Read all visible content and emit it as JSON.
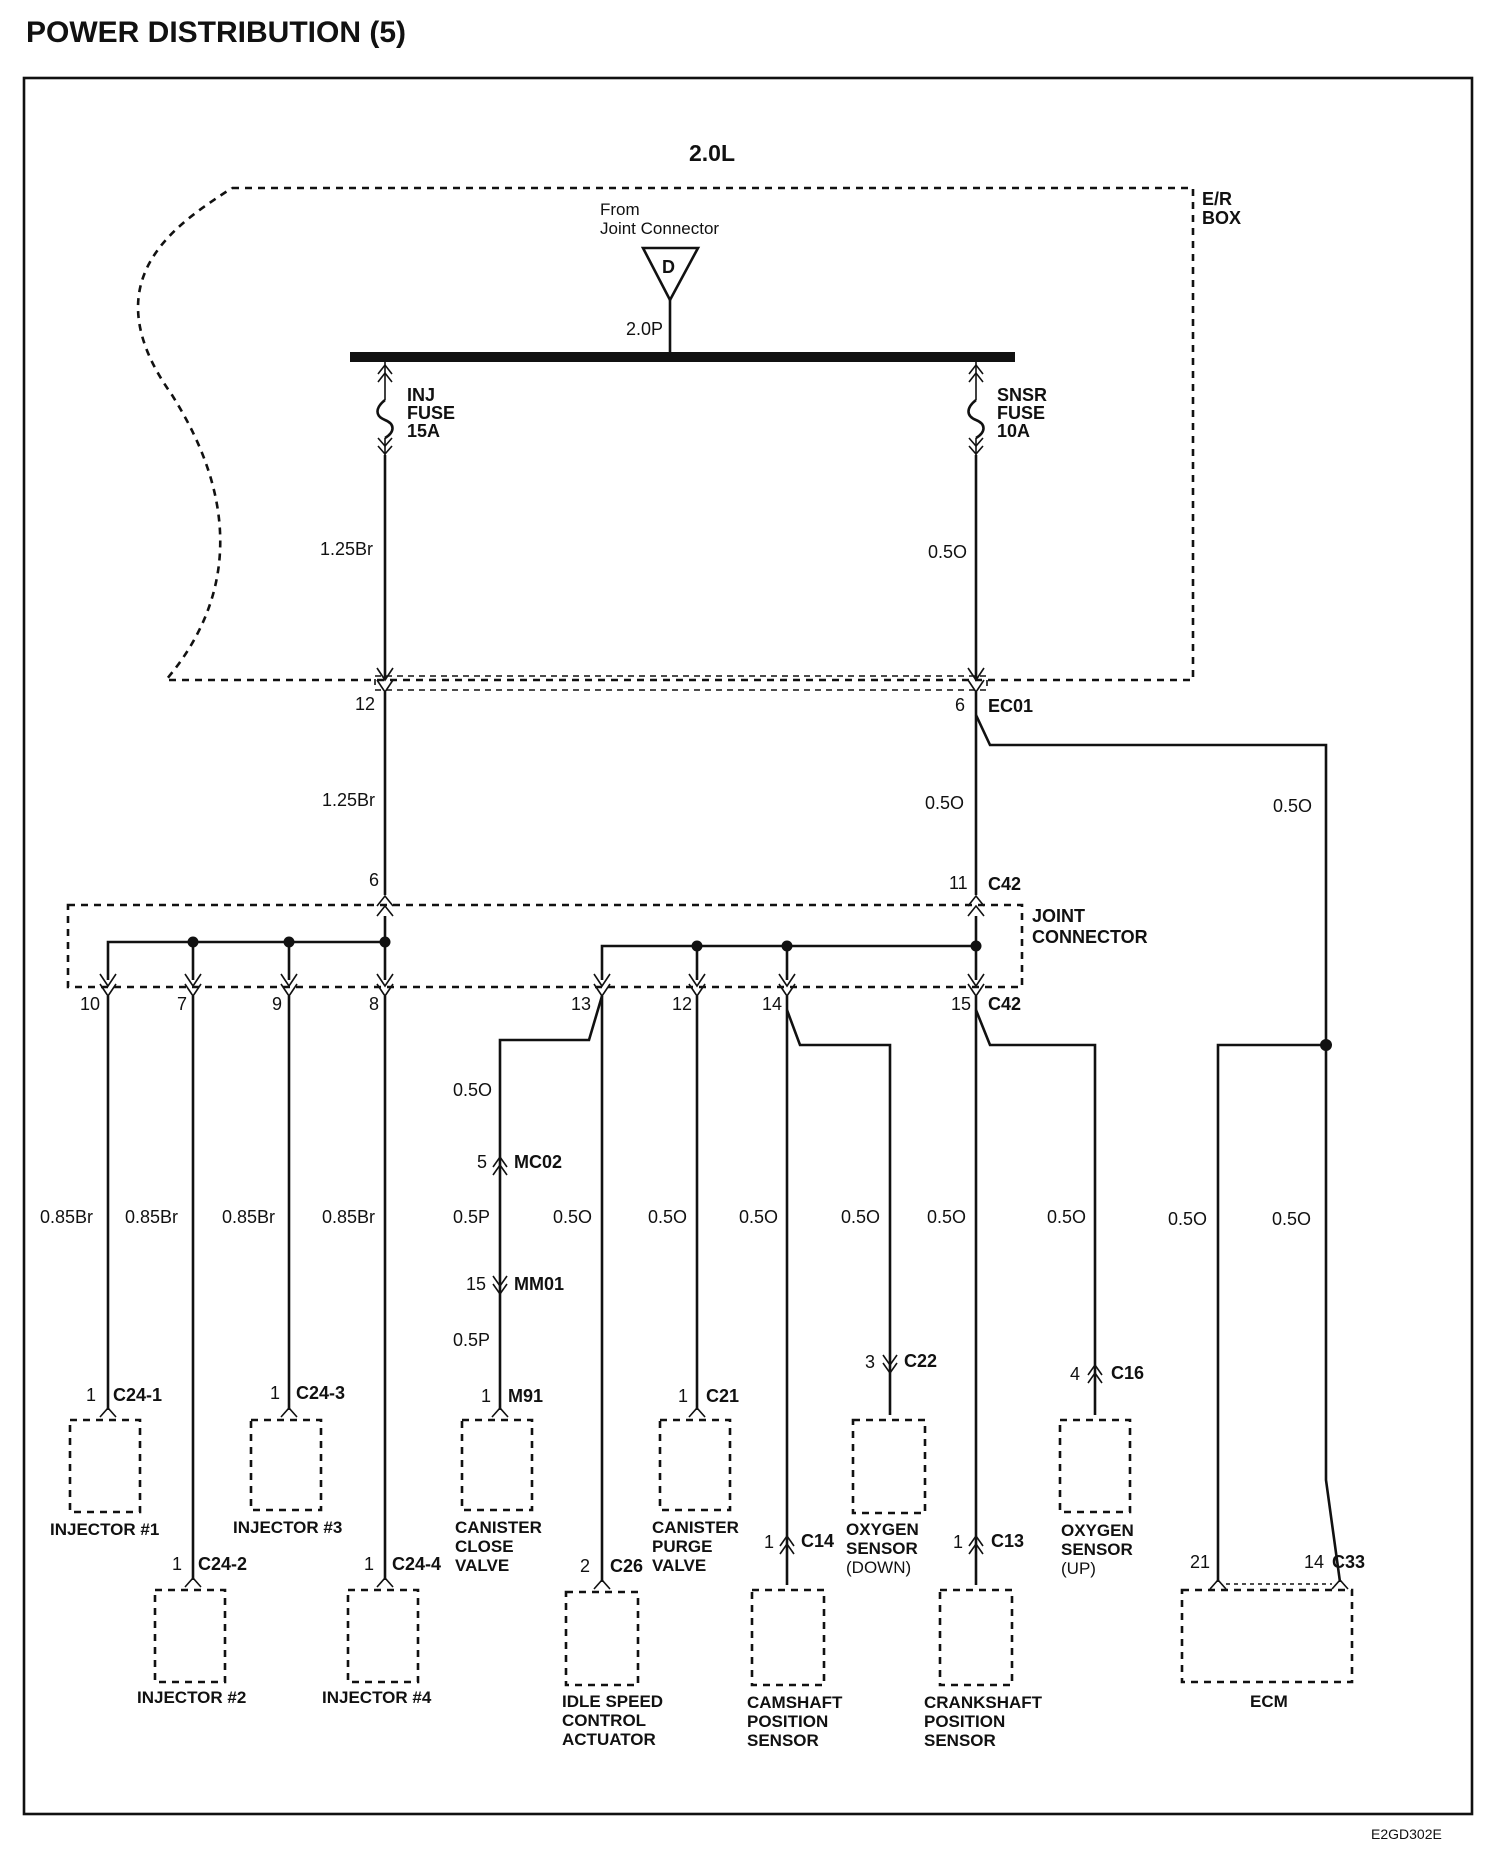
{
  "page": {
    "title": "POWER DISTRIBUTION (5)",
    "engine": "2.0L",
    "ref_code": "E2GD302E"
  },
  "er_box": {
    "label_line1": "E/R",
    "label_line2": "BOX",
    "source_line1": "From",
    "source_line2": "Joint Connector",
    "source_symbol": "D",
    "source_wire": "2.0P",
    "connector": "EC01"
  },
  "fuses": [
    {
      "line1": "INJ",
      "line2": "FUSE",
      "line3": "15A",
      "wire_top": "1.25Br",
      "pin": "12",
      "wire_mid": "1.25Br",
      "jc_pin": "6"
    },
    {
      "line1": "SNSR",
      "line2": "FUSE",
      "line3": "10A",
      "wire_top": "0.5O",
      "pin": "6",
      "wire_mid": "0.5O",
      "jc_pin": "11"
    }
  ],
  "joint_connector": {
    "label_line1": "JOINT",
    "label_line2": "CONNECTOR",
    "connector_top": "C42",
    "connector_bottom": "C42",
    "bottom_pins": [
      "10",
      "7",
      "9",
      "8",
      "13",
      "12",
      "14",
      "15"
    ]
  },
  "ecm_branch_wire": "0.5O",
  "wires": {
    "inj1": "0.85Br",
    "inj2": "0.85Br",
    "inj3": "0.85Br",
    "inj4": "0.85Br",
    "ccv_upper": "0.5O",
    "ccv_mid": "0.5P",
    "ccv_lower": "0.5P",
    "isca": "0.5O",
    "cpv": "0.5O",
    "cmp": "0.5O",
    "o2down": "0.5O",
    "ckp": "0.5O",
    "o2up": "0.5O",
    "ecm21": "0.5O",
    "ecm14": "0.5O"
  },
  "inline_connectors": {
    "mc02": {
      "pin": "5",
      "name": "MC02"
    },
    "mm01": {
      "pin": "15",
      "name": "MM01"
    },
    "c22": {
      "pin": "3",
      "name": "C22"
    },
    "c16": {
      "pin": "4",
      "name": "C16"
    },
    "c14": {
      "pin": "1",
      "name": "C14"
    },
    "c13": {
      "pin": "1",
      "name": "C13"
    }
  },
  "components": {
    "injector1": {
      "pin": "1",
      "connector": "C24-1",
      "name": "INJECTOR #1"
    },
    "injector2": {
      "pin": "1",
      "connector": "C24-2",
      "name": "INJECTOR #2"
    },
    "injector3": {
      "pin": "1",
      "connector": "C24-3",
      "name": "INJECTOR #3"
    },
    "injector4": {
      "pin": "1",
      "connector": "C24-4",
      "name": "INJECTOR #4"
    },
    "canister_close_valve": {
      "pin": "1",
      "connector": "M91",
      "line1": "CANISTER",
      "line2": "CLOSE",
      "line3": "VALVE"
    },
    "idle_speed": {
      "pin": "2",
      "connector": "C26",
      "line1": "IDLE SPEED",
      "line2": "CONTROL",
      "line3": "ACTUATOR"
    },
    "canister_purge_valve": {
      "pin": "1",
      "connector": "C21",
      "line1": "CANISTER",
      "line2": "PURGE",
      "line3": "VALVE"
    },
    "camshaft": {
      "line1": "CAMSHAFT",
      "line2": "POSITION",
      "line3": "SENSOR"
    },
    "oxygen_down": {
      "line1": "OXYGEN",
      "line2": "SENSOR",
      "line3": "(DOWN)"
    },
    "crankshaft": {
      "line1": "CRANKSHAFT",
      "line2": "POSITION",
      "line3": "SENSOR"
    },
    "oxygen_up": {
      "line1": "OXYGEN",
      "line2": "SENSOR",
      "line3": "(UP)"
    },
    "ecm": {
      "pin_a": "21",
      "pin_b": "14",
      "connector": "C33",
      "name": "ECM"
    }
  }
}
